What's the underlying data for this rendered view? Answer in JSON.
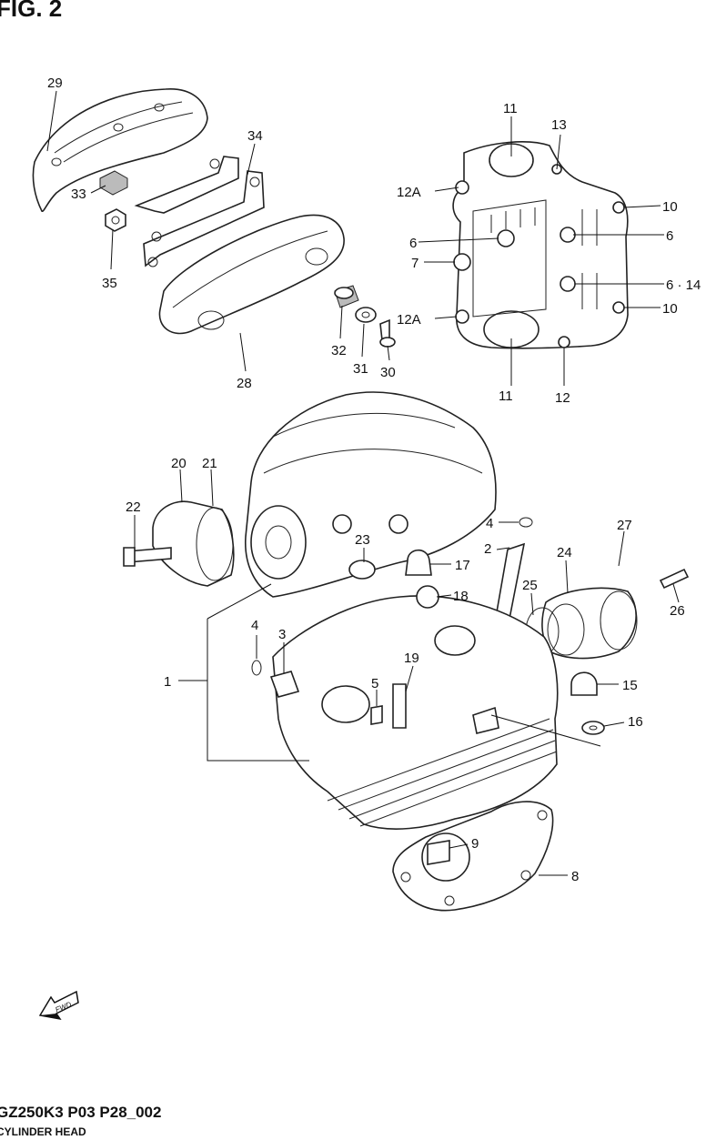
{
  "figure_title": "FIG. 2",
  "footer": {
    "code": "GZ250K3 P03 P28_002",
    "name": "CYLINDER HEAD"
  },
  "fwd_arrow_text": "FWD",
  "callouts": [
    "29",
    "34",
    "33",
    "35",
    "28",
    "32",
    "31",
    "30",
    "11",
    "13",
    "12A",
    "10",
    "6",
    "6",
    "7",
    "6 · 14",
    "12A",
    "10",
    "11",
    "12",
    "20",
    "21",
    "22",
    "23",
    "17",
    "4",
    "2",
    "27",
    "24",
    "18",
    "25",
    "26",
    "4",
    "3",
    "19",
    "5",
    "15",
    "1",
    "16",
    "9",
    "8"
  ]
}
